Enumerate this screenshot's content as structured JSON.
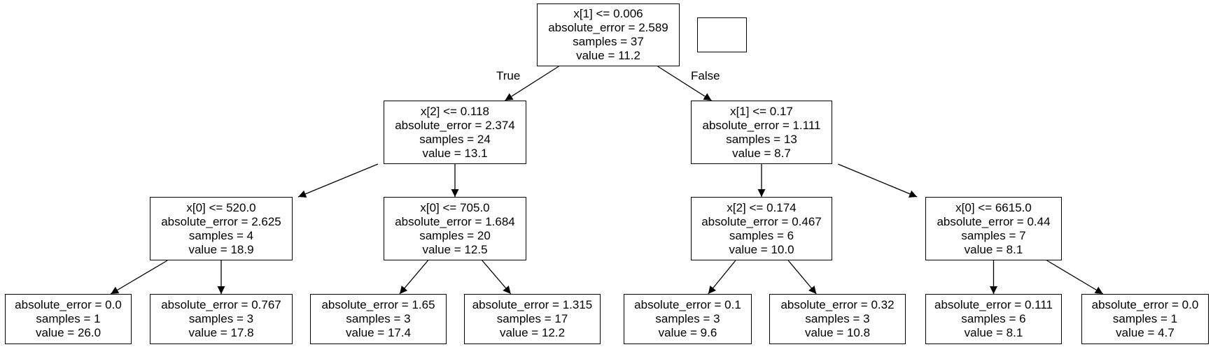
{
  "tree": {
    "nodes": [
      {
        "id": "n0",
        "lines": [
          "x[1] <= 0.006",
          "absolute_error = 2.589",
          "samples = 37",
          "value = 11.2"
        ]
      },
      {
        "id": "n1",
        "lines": [
          "x[2] <= 0.118",
          "absolute_error = 2.374",
          "samples = 24",
          "value = 13.1"
        ]
      },
      {
        "id": "n2",
        "lines": [
          "x[1] <= 0.17",
          "absolute_error = 1.111",
          "samples = 13",
          "value = 8.7"
        ]
      },
      {
        "id": "n3",
        "lines": [
          "x[0] <= 520.0",
          "absolute_error = 2.625",
          "samples = 4",
          "value = 18.9"
        ]
      },
      {
        "id": "n4",
        "lines": [
          "x[0] <= 705.0",
          "absolute_error = 1.684",
          "samples = 20",
          "value = 12.5"
        ]
      },
      {
        "id": "n5",
        "lines": [
          "x[2] <= 0.174",
          "absolute_error = 0.467",
          "samples = 6",
          "value = 10.0"
        ]
      },
      {
        "id": "n6",
        "lines": [
          "x[0] <= 6615.0",
          "absolute_error = 0.44",
          "samples = 7",
          "value = 8.1"
        ]
      },
      {
        "id": "n7",
        "lines": [
          "absolute_error = 0.0",
          "samples = 1",
          "value = 26.0"
        ]
      },
      {
        "id": "n8",
        "lines": [
          "absolute_error = 0.767",
          "samples = 3",
          "value = 17.8"
        ]
      },
      {
        "id": "n9",
        "lines": [
          "absolute_error = 1.65",
          "samples = 3",
          "value = 17.4"
        ]
      },
      {
        "id": "n10",
        "lines": [
          "absolute_error = 1.315",
          "samples = 17",
          "value = 12.2"
        ]
      },
      {
        "id": "n11",
        "lines": [
          "absolute_error = 0.1",
          "samples = 3",
          "value = 9.6"
        ]
      },
      {
        "id": "n12",
        "lines": [
          "absolute_error = 0.32",
          "samples = 3",
          "value = 10.8"
        ]
      },
      {
        "id": "n13",
        "lines": [
          "absolute_error = 0.111",
          "samples = 6",
          "value = 8.1"
        ]
      },
      {
        "id": "n14",
        "lines": [
          "absolute_error = 0.0",
          "samples = 1",
          "value = 4.7"
        ]
      }
    ],
    "edges": [
      {
        "from": "n0",
        "to": "n1"
      },
      {
        "from": "n0",
        "to": "n2"
      },
      {
        "from": "n1",
        "to": "n3"
      },
      {
        "from": "n1",
        "to": "n4"
      },
      {
        "from": "n2",
        "to": "n5"
      },
      {
        "from": "n2",
        "to": "n6"
      },
      {
        "from": "n3",
        "to": "n7"
      },
      {
        "from": "n3",
        "to": "n8"
      },
      {
        "from": "n4",
        "to": "n9"
      },
      {
        "from": "n4",
        "to": "n10"
      },
      {
        "from": "n5",
        "to": "n11"
      },
      {
        "from": "n5",
        "to": "n12"
      },
      {
        "from": "n6",
        "to": "n13"
      },
      {
        "from": "n6",
        "to": "n14"
      }
    ],
    "edge_labels": {
      "true_label": "True",
      "false_label": "False"
    },
    "colors": {
      "line": "#000000",
      "fill": "#ffffff"
    }
  }
}
